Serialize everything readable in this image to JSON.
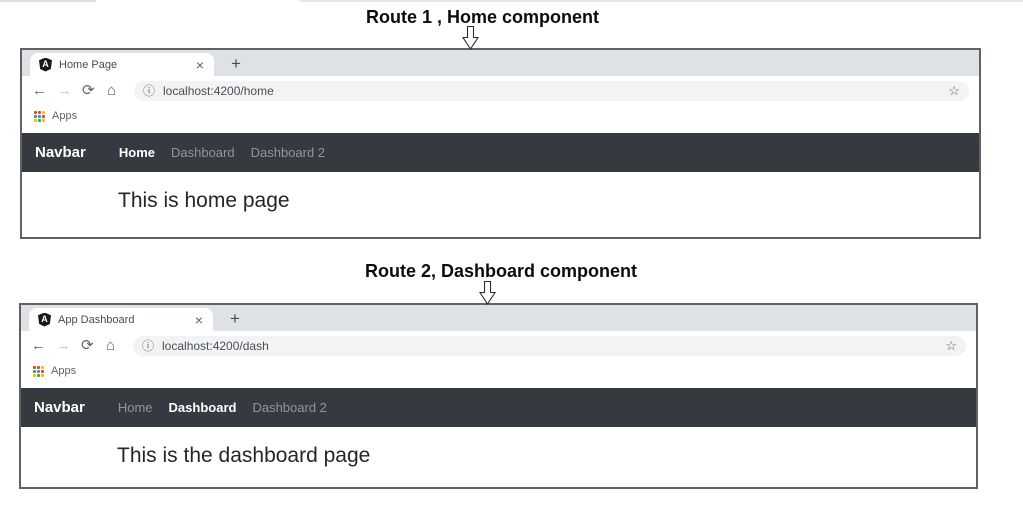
{
  "sections": [
    {
      "caption": "Route 1 , Home component",
      "window": {
        "tab_title": "Home Page",
        "url": "localhost:4200/home",
        "navbar": {
          "brand": "Navbar",
          "links": [
            {
              "label": "Home",
              "active": true
            },
            {
              "label": "Dashboard",
              "active": false
            },
            {
              "label": "Dashboard 2",
              "active": false
            }
          ]
        },
        "content_text": "This is home page"
      }
    },
    {
      "caption": "Route 2, Dashboard component",
      "window": {
        "tab_title": "App Dashboard",
        "url": "localhost:4200/dash",
        "navbar": {
          "brand": "Navbar",
          "links": [
            {
              "label": "Home",
              "active": false
            },
            {
              "label": "Dashboard",
              "active": true
            },
            {
              "label": "Dashboard 2",
              "active": false
            }
          ]
        },
        "content_text": "This is the dashboard page"
      }
    }
  ],
  "chrome": {
    "apps_label": "Apps",
    "favicon_letter": "A",
    "close_glyph": "×",
    "new_tab_glyph": "+",
    "back_glyph": "←",
    "forward_glyph": "→",
    "reload_glyph": "⟳",
    "home_glyph": "⌂",
    "info_glyph": "ⓘ",
    "star_glyph": "☆"
  },
  "colors": {
    "navbar_bg": "#343a40",
    "tabstrip_bg": "#dee1e6",
    "omnibox_bg": "#f1f3f4",
    "active_link": "#ffffff",
    "inactive_link": "#90969c",
    "window_border": "#616161"
  }
}
